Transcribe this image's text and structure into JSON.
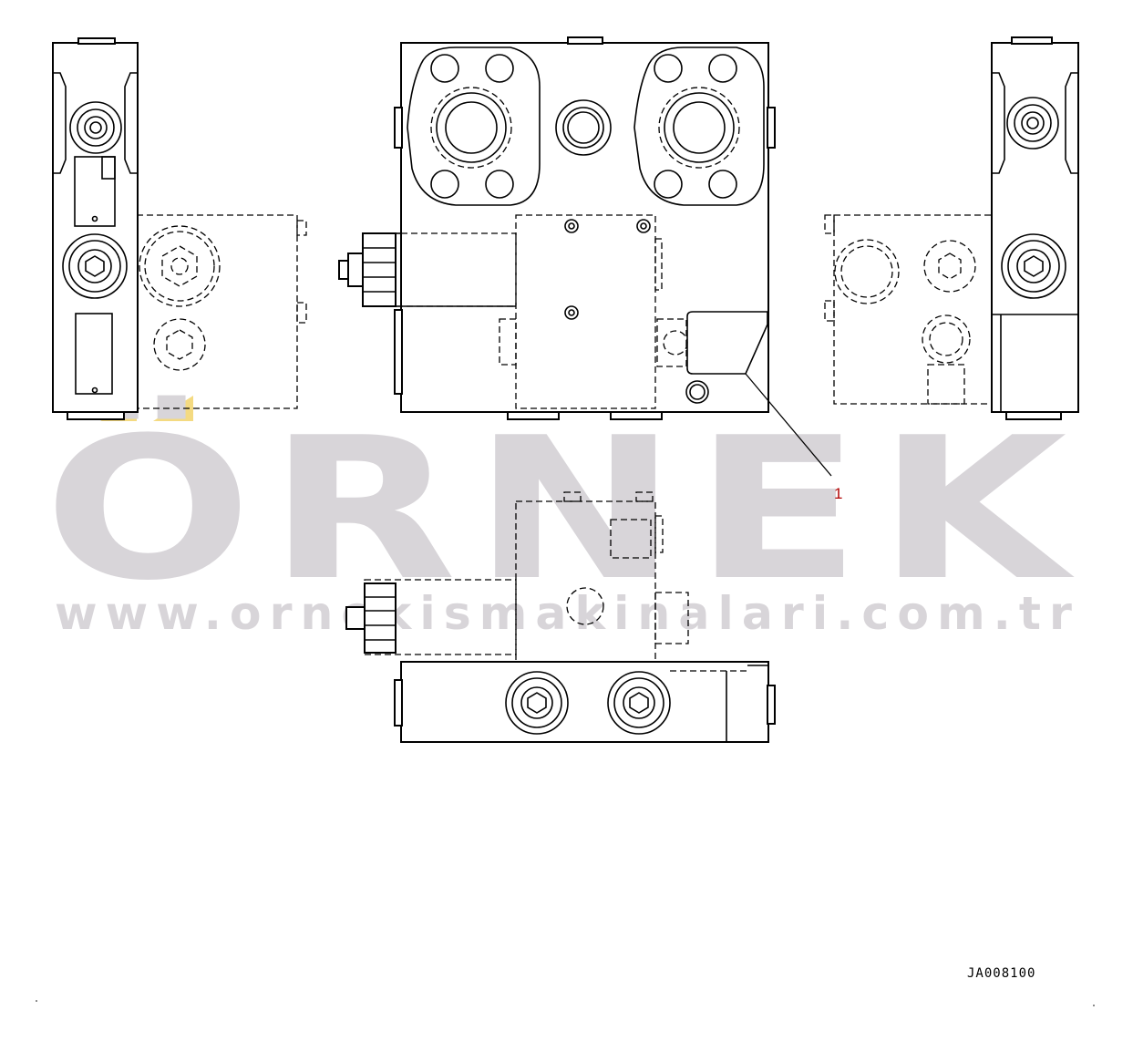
{
  "diagram": {
    "callouts": [
      {
        "label": "1"
      }
    ],
    "drawing_code": "JA008100"
  },
  "watermark": {
    "brand": "ÖRNEK",
    "url": "www.ornekismakinalari.com.tr",
    "color": "#d8d5d9",
    "accent_color": "#f2d36b"
  },
  "colors": {
    "line": "#000000",
    "callout_text": "#b00000",
    "background": "#ffffff"
  }
}
